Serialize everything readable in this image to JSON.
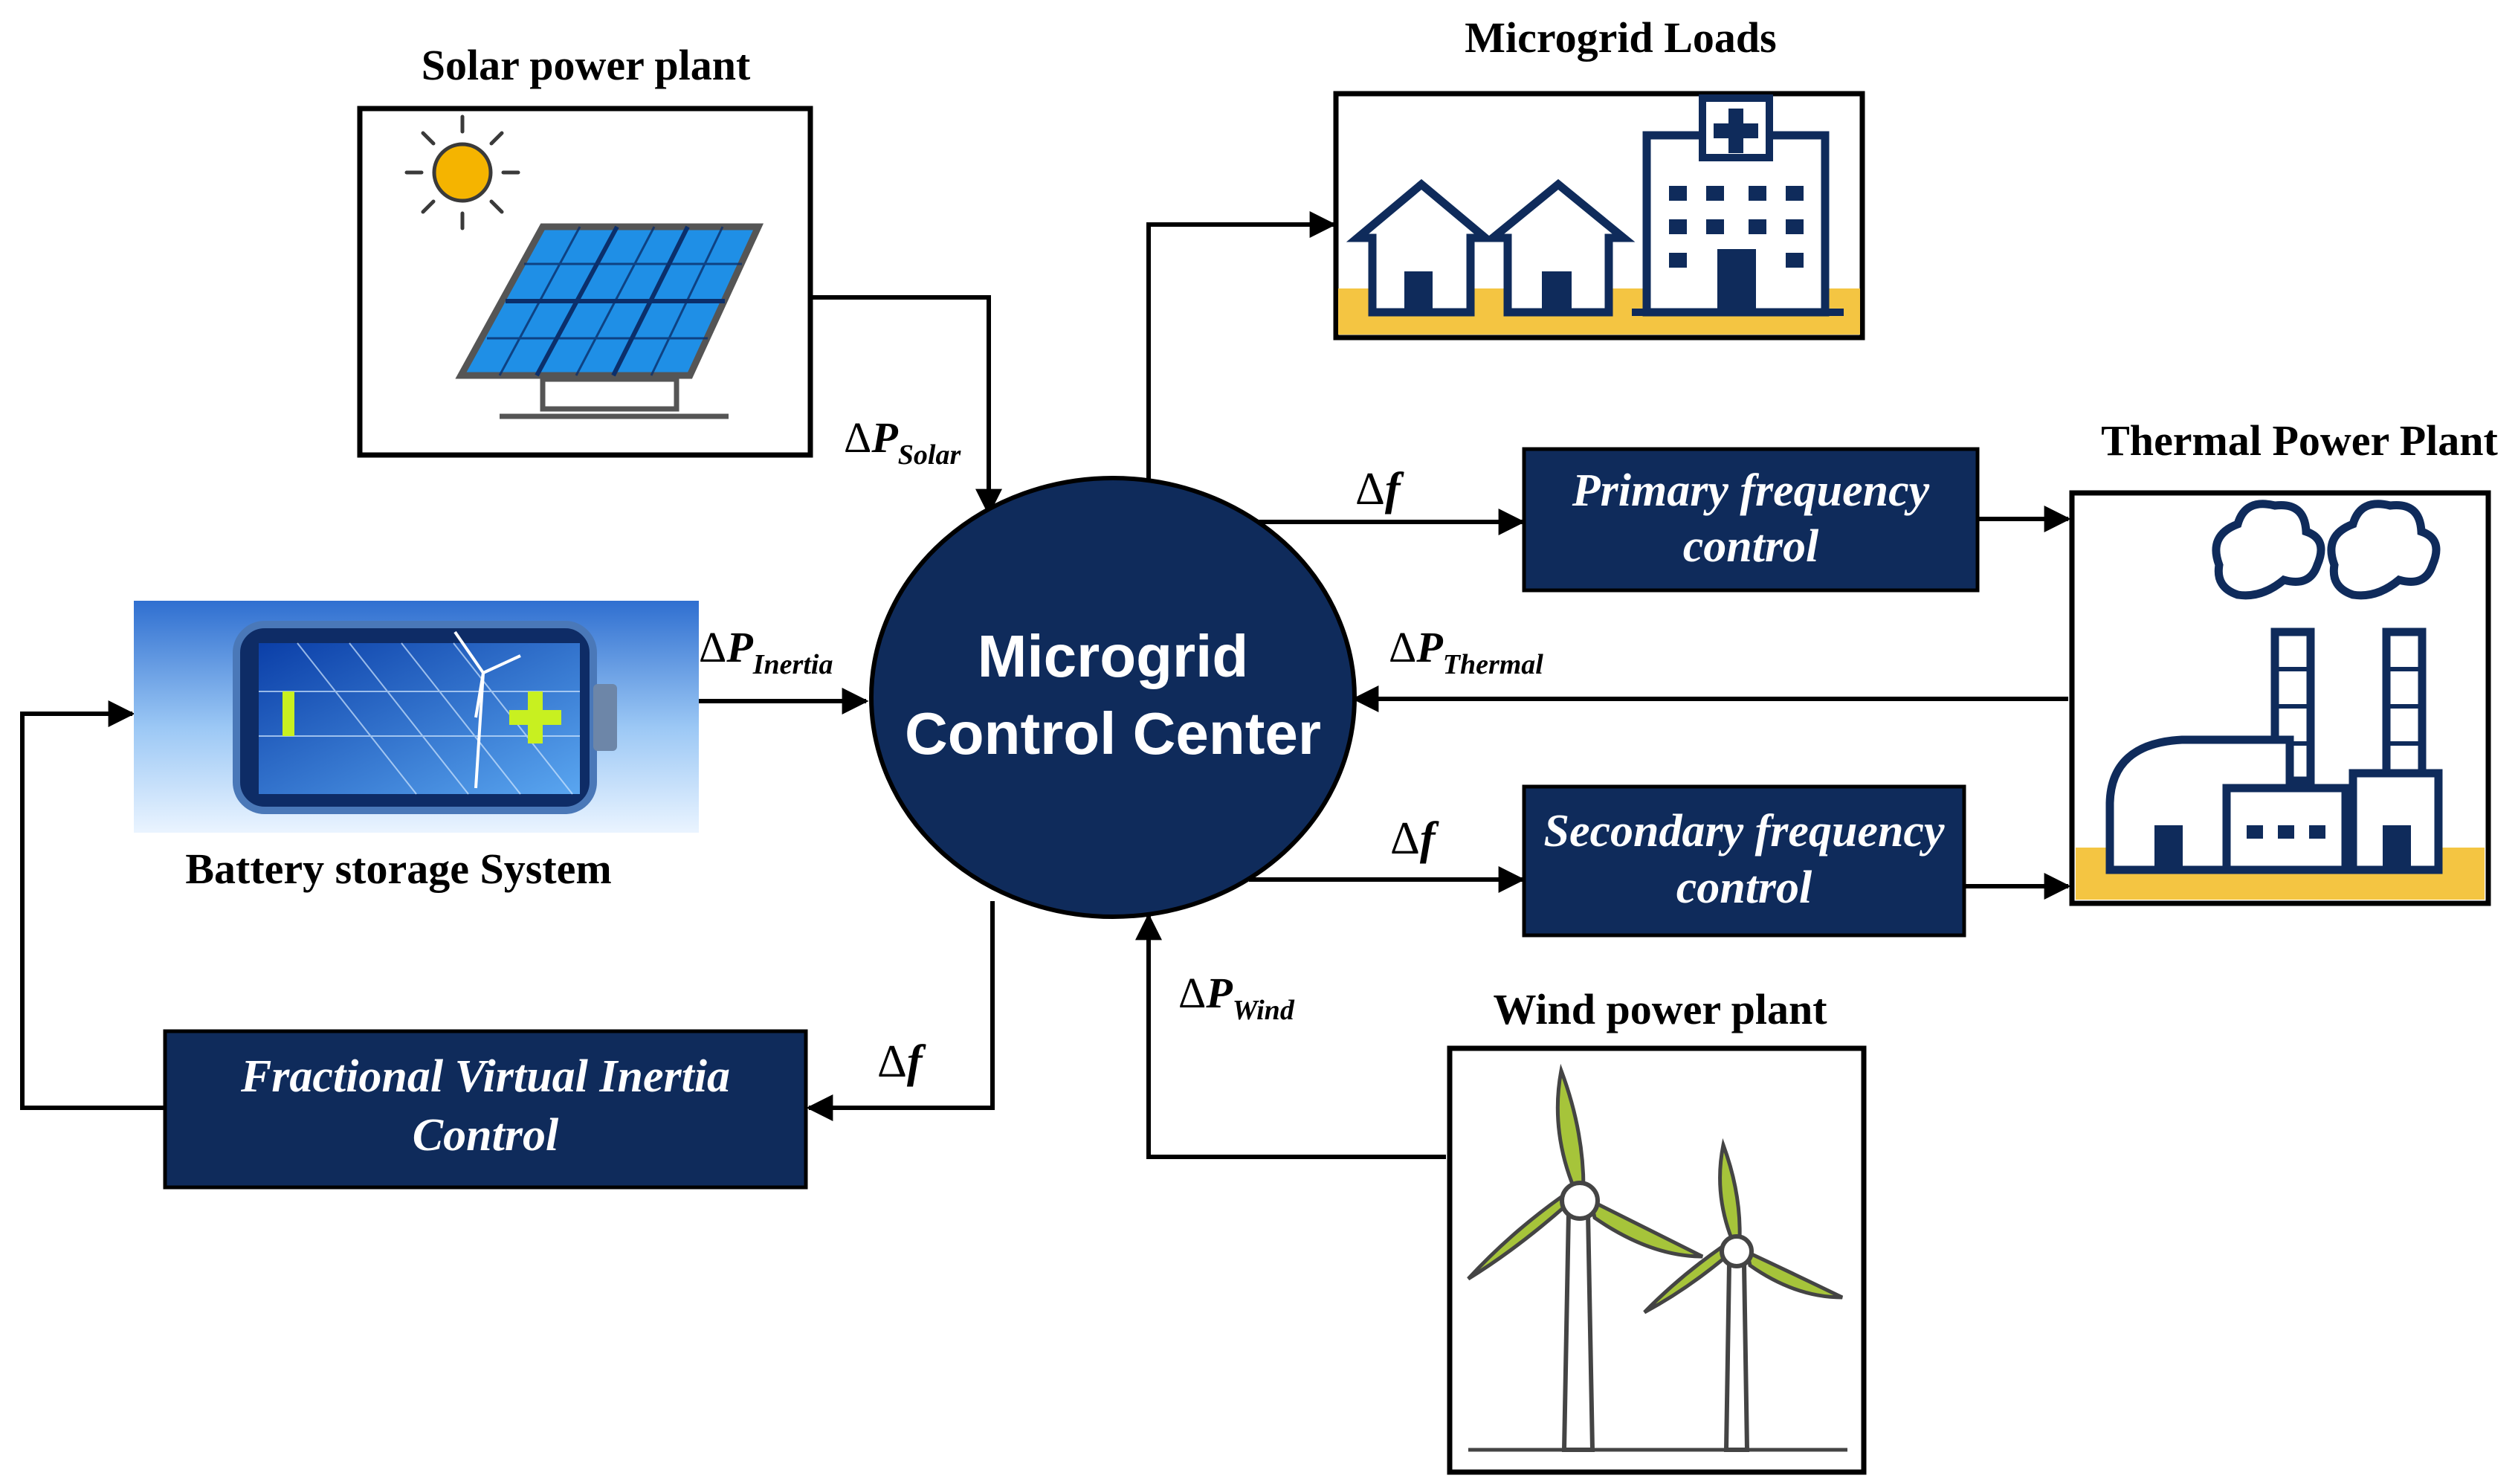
{
  "center": {
    "line1": "Microgrid",
    "line2": "Control Center"
  },
  "plants": {
    "solar": "Solar power plant",
    "loads": "Microgrid Loads",
    "thermal": "Thermal Power Plant",
    "battery": "Battery storage System",
    "wind": "Wind power plant"
  },
  "blocks": {
    "primary": {
      "line1": "Primary frequency",
      "line2": "control"
    },
    "secondary": {
      "line1": "Secondary frequency",
      "line2": "control"
    },
    "fvic": {
      "line1": "Fractional Virtual Inertia",
      "line2": "Control"
    }
  },
  "signals": {
    "delta": "Δ",
    "P": "P",
    "f": "f",
    "solar_sub": "Solar",
    "inertia_sub": "Inertia",
    "thermal_sub": "Thermal",
    "wind_sub": "Wind"
  },
  "colors": {
    "navy": "#0f2b5b",
    "panel_blue": "#1f8fe6",
    "sun": "#f5b400",
    "ground": "#f4c542",
    "blade": "#a6c43a"
  }
}
